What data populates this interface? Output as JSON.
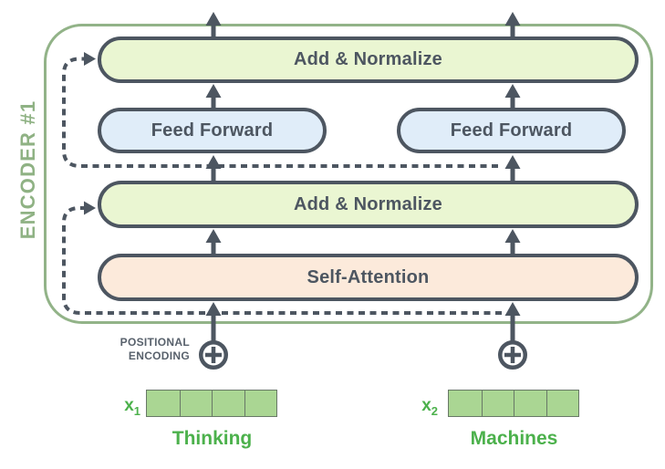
{
  "encoder": {
    "label": "ENCODER #1",
    "boxes": {
      "add_normalize_top": "Add & Normalize",
      "feed_forward_left": "Feed Forward",
      "feed_forward_right": "Feed Forward",
      "add_normalize_middle": "Add & Normalize",
      "self_attention": "Self-Attention"
    }
  },
  "positional_encoding": {
    "line1": "POSITIONAL",
    "line2": "ENCODING"
  },
  "inputs": [
    {
      "label_base": "x",
      "label_sub": "1",
      "word": "Thinking",
      "cells": 4
    },
    {
      "label_base": "x",
      "label_sub": "2",
      "word": "Machines",
      "cells": 4
    }
  ],
  "icons": {
    "up_arrow": "↑",
    "plus_circle": "⊕"
  },
  "colors": {
    "box_border_dark": "#4d5661",
    "add_normalize_fill": "#eaf6d2",
    "feed_forward_fill": "#e0edf9",
    "self_attention_fill": "#fceadb",
    "encoder_frame_green": "#92b388",
    "encoder_label_green": "#8fb284",
    "input_text_green": "#4cb14c",
    "vector_cell_green": "#aad693"
  }
}
